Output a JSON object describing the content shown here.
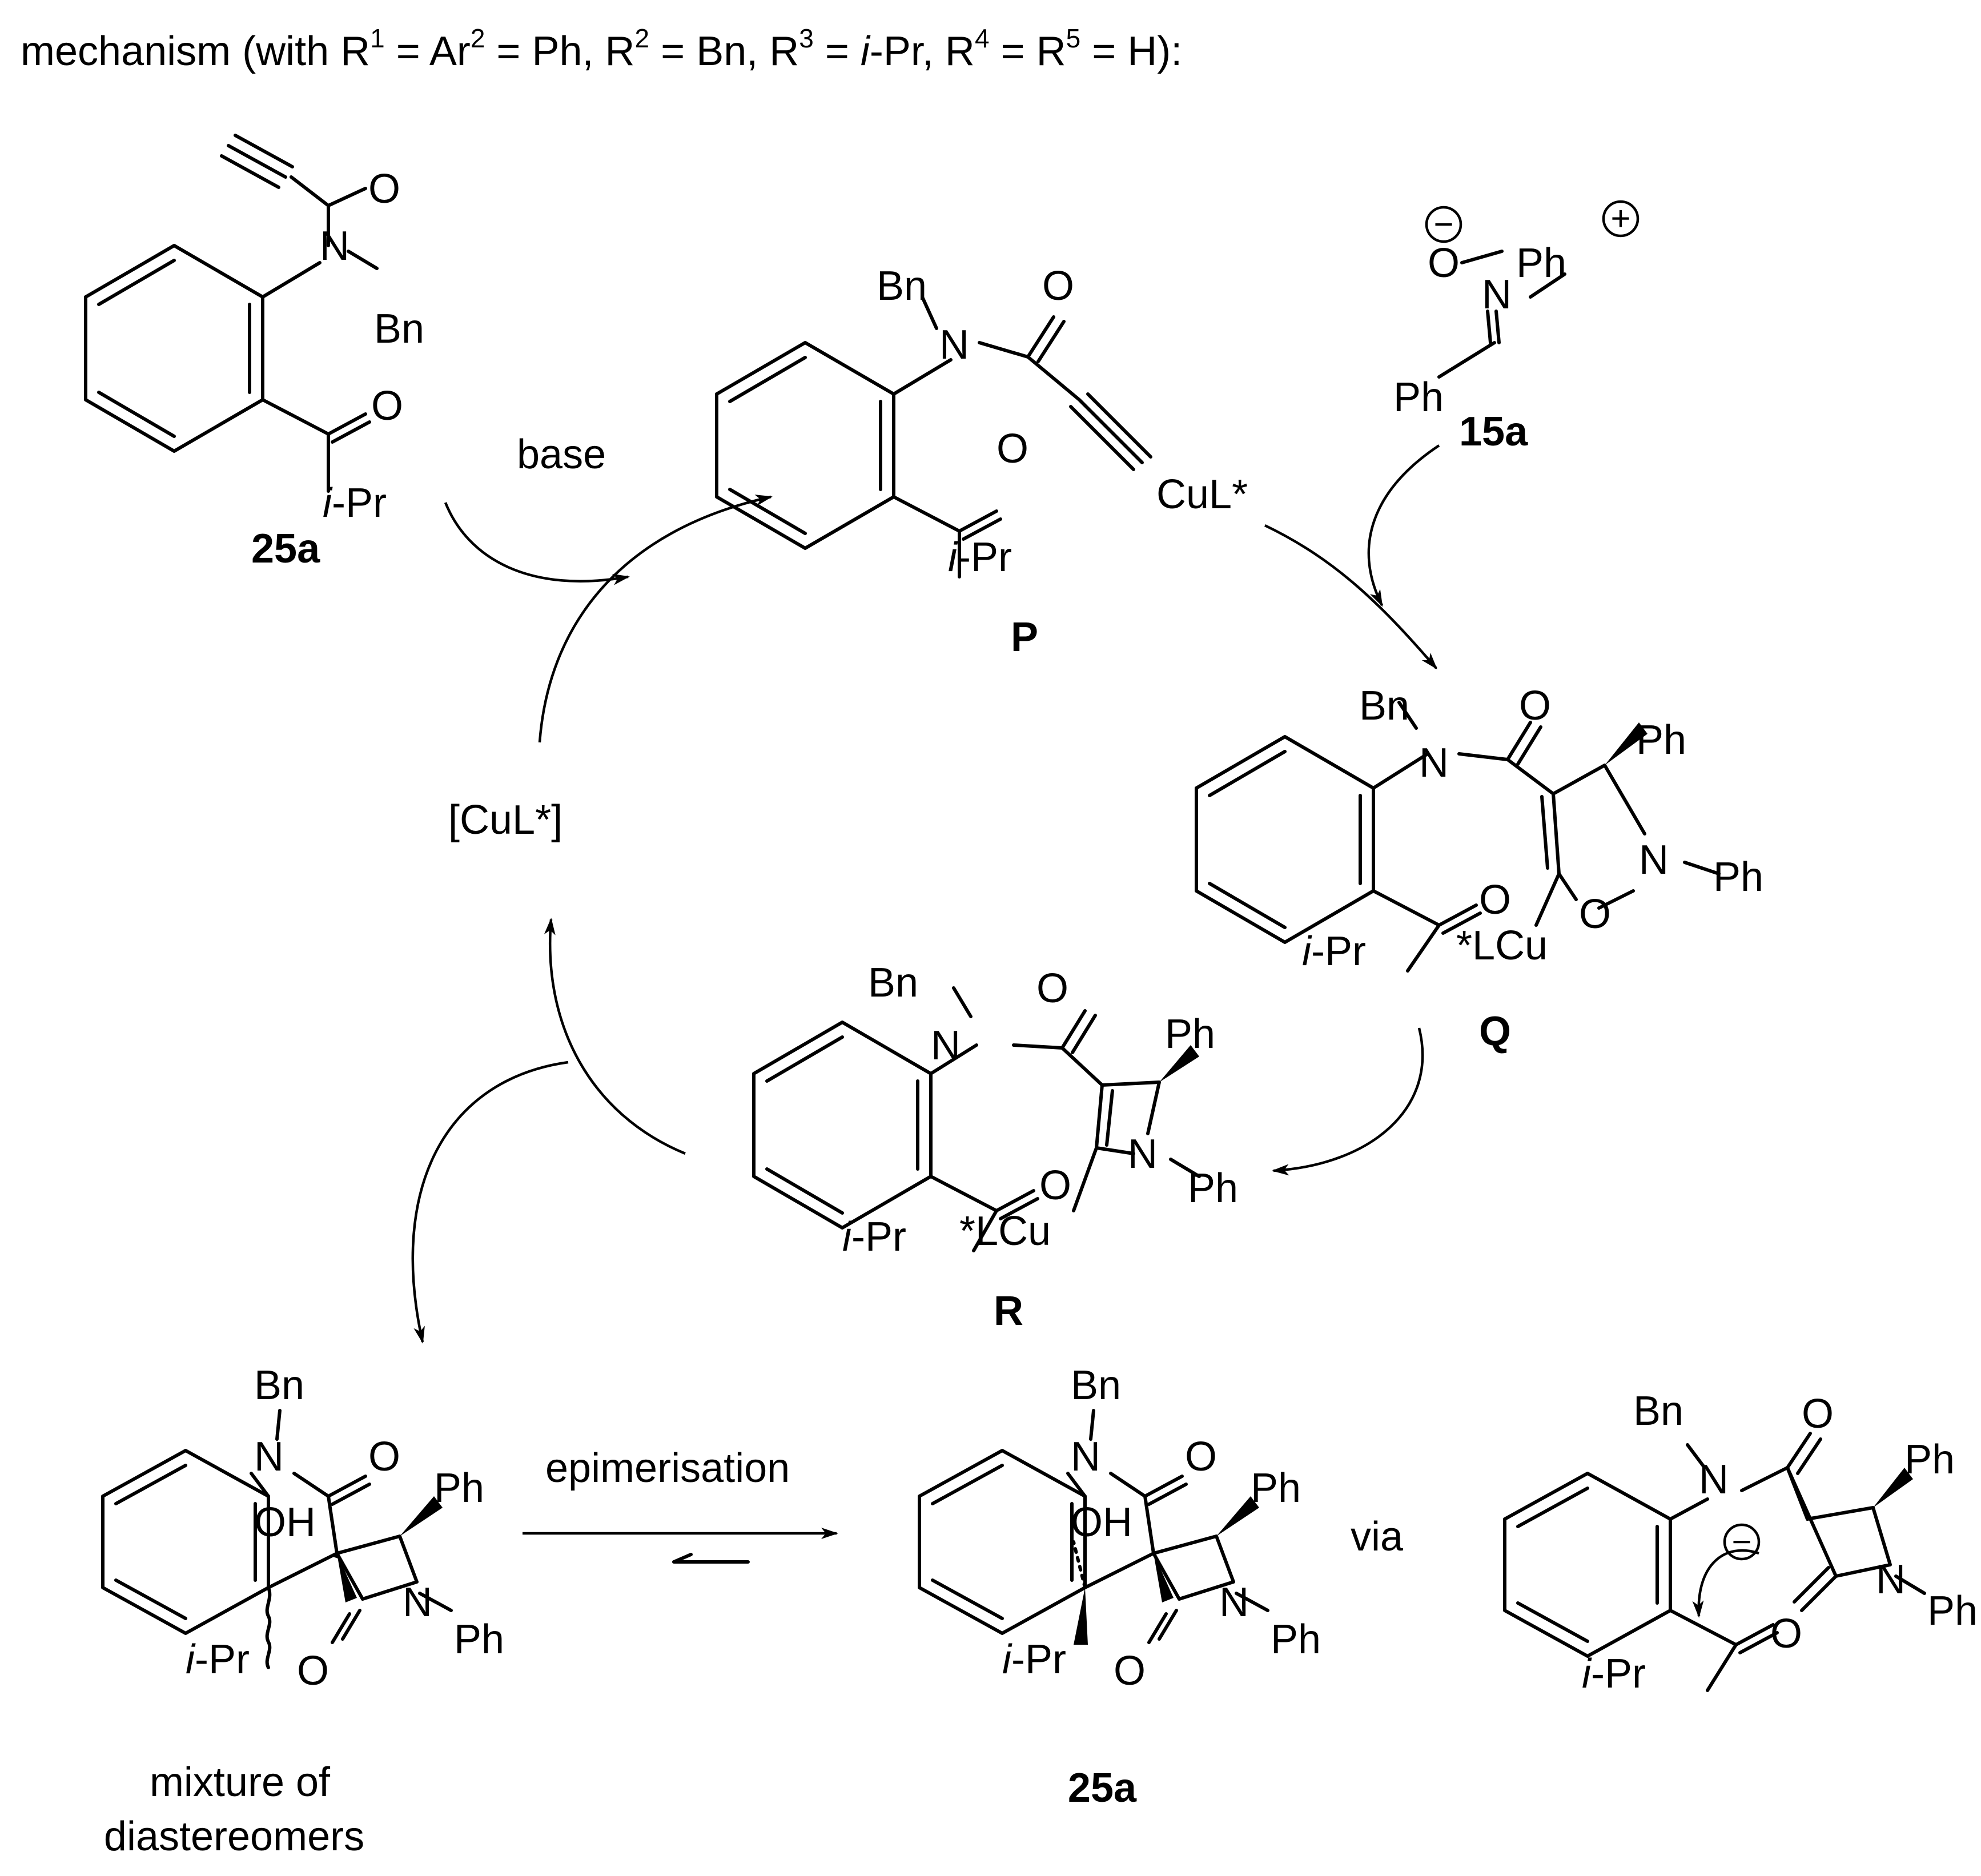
{
  "header": {
    "prefix": "mechanism (with R",
    "r1_sup": "1",
    "eq1": " = Ar",
    "ar2_sup": "2",
    "eq2": " = Ph, R",
    "r2_sup": "2",
    "eq3": " = Bn, R",
    "r3_sup": "3",
    "eq4": " = ",
    "ipr_italic": "i",
    "eq5": "-Pr, R",
    "r4_sup": "4",
    "eq6": " = R",
    "r5_sup": "5",
    "eq7": " = H):"
  },
  "compounds": {
    "c25a": "25a",
    "c15a": "15a",
    "P": "P",
    "Q": "Q",
    "R": "R",
    "product": "25a"
  },
  "atoms": {
    "O": "O",
    "N": "N",
    "Bn": "Bn",
    "Ph": "Ph",
    "OH": "OH",
    "iPr_i": "i",
    "iPr_rest": "-Pr",
    "CuL": "CuL*",
    "LCu": "*LCu",
    "minus": "−",
    "plus": "+"
  },
  "reagents": {
    "base": "base",
    "catalyst": "[CuL*]",
    "epimerisation": "epimerisation",
    "via": "via"
  },
  "notes": {
    "mixture_line1": "mixture of",
    "mixture_line2": "diastereomers"
  },
  "colors": {
    "ink": "#000000",
    "background": "#ffffff"
  }
}
